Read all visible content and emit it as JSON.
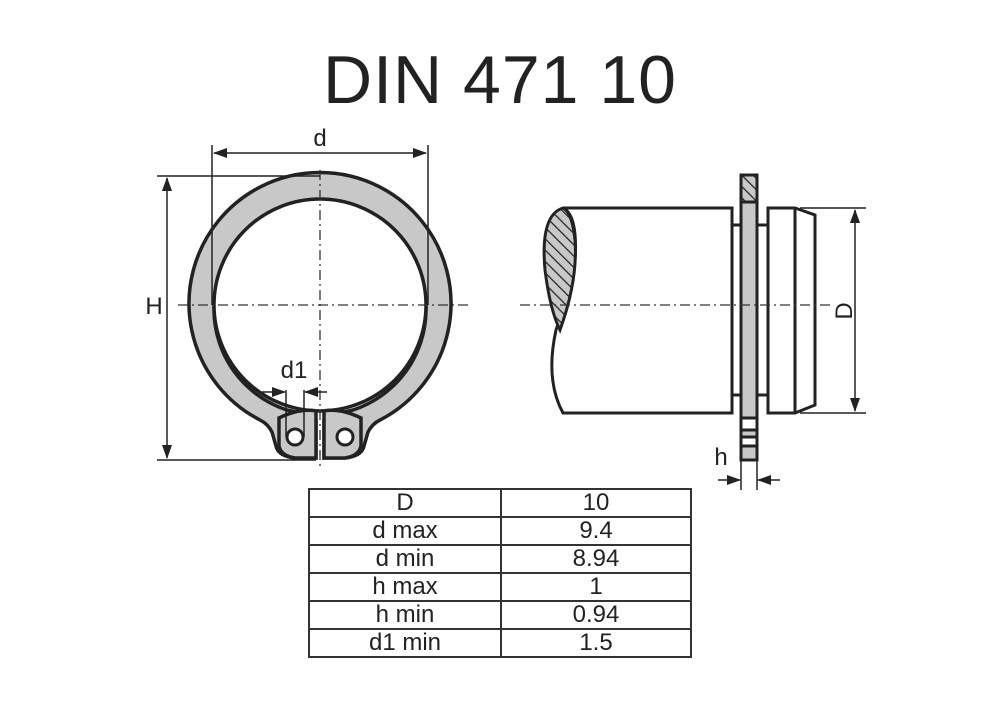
{
  "title": "DIN 471 10",
  "drawing": {
    "labels": {
      "d": "d",
      "H": "H",
      "d1": "d1",
      "D": "D",
      "h": "h"
    },
    "colors": {
      "ring_fill": "#c8c8c8",
      "line": "#222222",
      "background": "#ffffff"
    }
  },
  "table": {
    "rows": [
      {
        "param": "D",
        "value": "10"
      },
      {
        "param": "d max",
        "value": "9.4"
      },
      {
        "param": "d min",
        "value": "8.94"
      },
      {
        "param": "h max",
        "value": "1"
      },
      {
        "param": "h min",
        "value": "0.94"
      },
      {
        "param": "d1 min",
        "value": "1.5"
      }
    ]
  }
}
